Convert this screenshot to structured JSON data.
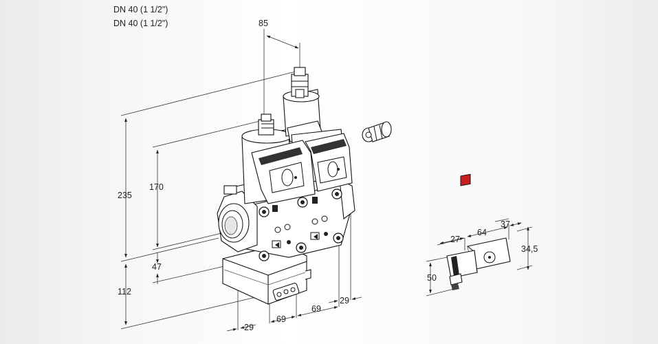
{
  "title": [
    "DN 40 (1 1/2\")",
    "DN 40 (1 1/2\")"
  ],
  "dimensions": {
    "d85": "85",
    "d235": "235",
    "d170": "170",
    "d47": "47",
    "d112": "112",
    "d29_bottom": "29",
    "d69_a": "69",
    "d69_b": "69",
    "d29_right": "29",
    "d27": "27",
    "d64": "64",
    "d37": "37",
    "d34_5": "34,5",
    "d50": "50"
  },
  "colors": {
    "line": "#111111",
    "body_fill": "#ffffff",
    "shadow": "#d9d9d9",
    "dark": "#2a2a2a"
  }
}
